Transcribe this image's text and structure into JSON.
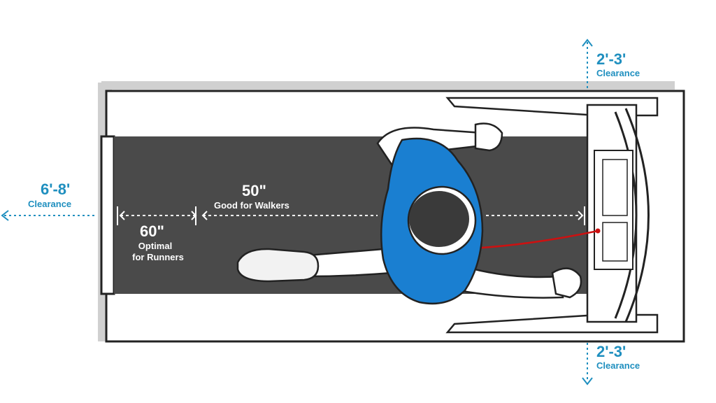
{
  "labels": {
    "top_clearance": {
      "value": "2'-3'",
      "caption": "Clearance"
    },
    "bottom_clearance": {
      "value": "2'-3'",
      "caption": "Clearance"
    },
    "rear_clearance": {
      "value": "6'-8'",
      "caption": "Clearance"
    },
    "walkers": {
      "value": "50\"",
      "caption": "Good for Walkers"
    },
    "runners": {
      "value": "60\"",
      "caption_line1": "Optimal",
      "caption_line2": "for Runners"
    }
  },
  "colors": {
    "accent": "#1f8fbf",
    "belt": "#4a4a4a",
    "shirt": "#1a7fd1",
    "frame": "#222222",
    "cord": "#cc1111"
  }
}
